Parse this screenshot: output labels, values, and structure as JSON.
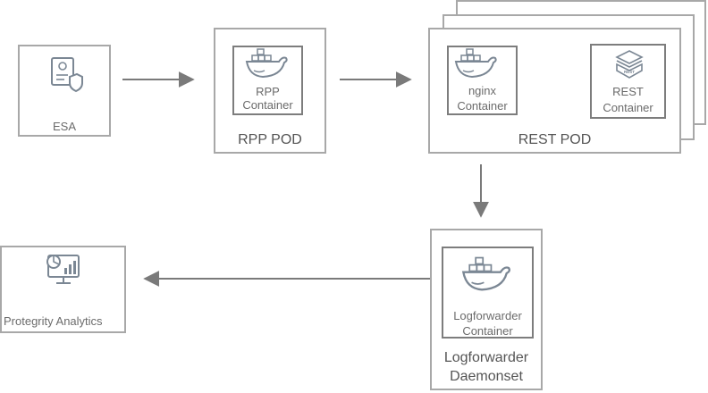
{
  "nodes": {
    "esa": {
      "label": "ESA"
    },
    "rpp_pod": {
      "label": "RPP POD",
      "container": {
        "line1": "RPP",
        "line2": "Container"
      }
    },
    "rest_pod": {
      "label": "REST POD",
      "nginx": {
        "line1": "nginx",
        "line2": "Container"
      },
      "rest": {
        "line1": "REST",
        "line2": "Container",
        "badge": "REST"
      }
    },
    "logforwarder": {
      "line1": "Logforwarder",
      "line2": "Daemonset",
      "container": {
        "line1": "Logforwarder",
        "line2": "Container"
      }
    },
    "analytics": {
      "label": "Protegrity Analytics"
    }
  },
  "colors": {
    "border": "#a8a8a8",
    "inner_border": "#7d7d7d",
    "arrow": "#7a7a7a",
    "icon": "#7b8794"
  }
}
